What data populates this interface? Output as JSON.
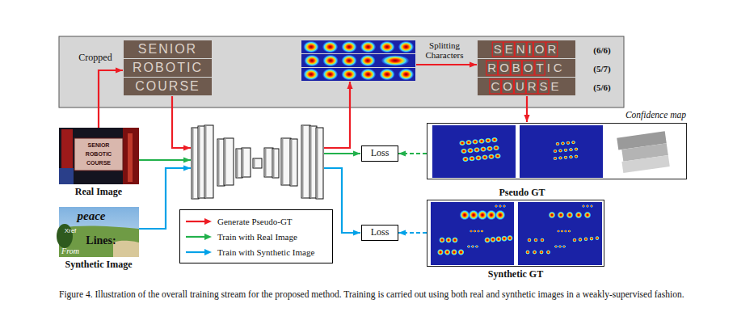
{
  "diagram": {
    "caption": "Figure 4. Illustration of the overall training stream for the proposed method. Training is carried out using both real and synthetic images in a weakly-supervised fashion.",
    "nodes": [
      {
        "text": [
          "Confidence map",
          "Pseudo GT"
        ]
      },
      {
        "text": [
          "Loss"
        ]
      },
      {
        "text": [
          "Synthetic GT"
        ]
      },
      {
        "text": [
          "Loss"
        ]
      }
    ],
    "edges": [
      {
        "from": 0,
        "to": 1,
        "arrow": "to"
      },
      {
        "from": 2,
        "to": 3,
        "arrow": "to"
      }
    ],
    "labels": [
      "Cropped",
      "SENIOR",
      "ROBOTIC",
      "COURSE",
      "Splitting Characters",
      "SENIOR",
      "ROBOTIC",
      "COURSE",
      "(6/6)",
      "(5/7)",
      "(5/6)",
      "SENIOR",
      "ROBOTIC",
      "COURSE",
      "Real Image",
      "peace",
      "Xref",
      "Lines:",
      "From",
      "Synthetic Image"
    ],
    "legend": [
      {
        "text": "Generate Pseudo-GT"
      },
      {
        "text": "Train with Real Image"
      },
      {
        "text": "Train with Synthetic Image"
      }
    ]
  }
}
